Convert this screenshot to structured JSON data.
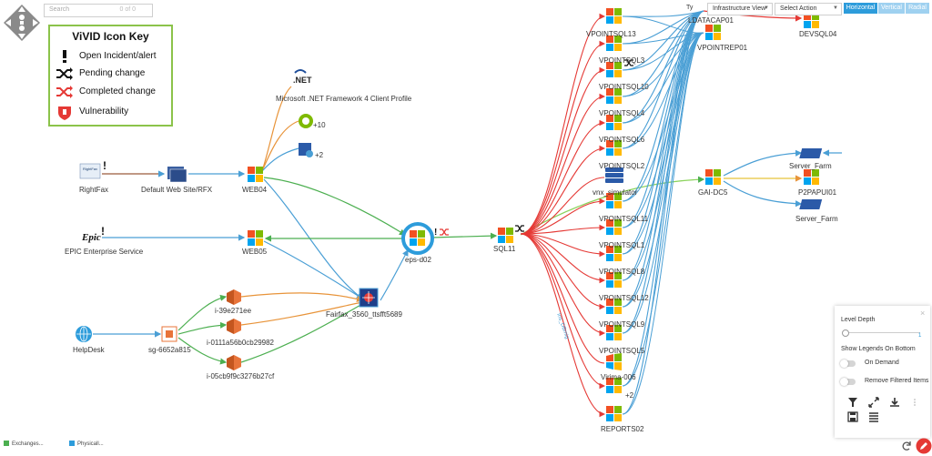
{
  "search": {
    "placeholder": "Search",
    "count": "0 of 0"
  },
  "icon_key": {
    "title": "ViVID Icon Key",
    "items": [
      {
        "label": "Open Incident/alert",
        "icon": "exclamation-icon"
      },
      {
        "label": "Pending change",
        "icon": "shuffle-black-icon"
      },
      {
        "label": "Completed change",
        "icon": "shuffle-red-icon"
      },
      {
        "label": "Vulnerability",
        "icon": "shield-red-icon"
      }
    ]
  },
  "toolbar": {
    "view_prefix": "Ty",
    "view_select": "Infrastructure View",
    "action_select": "Select Action",
    "layout_buttons": [
      "Horizontal",
      "Vertical",
      "Radial"
    ]
  },
  "nodes": {
    "rightfax": "RightFax",
    "rightfax_logo": "RightFax",
    "default_web_site": "Default Web Site/RFX",
    "web04": "WEB04",
    "dotnet": "Microsoft .NET Framework 4 Client Profile",
    "dotnet_logo": ".NET",
    "plus10": "+10",
    "plus2a": "+2",
    "epic_service": "EPIC Enterprise Service",
    "epic_logo": "Epic",
    "web05": "WEB05",
    "eps": "eps-d02",
    "fairfax": "Fairfax_3560_ttsfft5689",
    "helpdesk": "HelpDesk",
    "sg": "sg-6652a815",
    "i1": "i-39e271ee",
    "i2": "i-0111a56b0cb29982",
    "i3": "i-05cb9f9c3276b27cf",
    "sql11": "SQL11",
    "vnx": "vnx_simulator",
    "gai": "GAI-DC5",
    "server_farm1": "Server_Farm",
    "p2papui": "P2PAPUI01",
    "server_farm2": "Server_Farm",
    "datacap": "LDATACAP01",
    "vpointrep": "VPOINTREP01",
    "devsql": "DEVSQL04",
    "vpointsql13": "VPOINTSQL13",
    "vpointsql3": "VPOINTSQL3",
    "vpointsql10": "VPOINTSQL10",
    "vpointsql4": "VPOINTSQL4",
    "vpointsql6": "VPOINTSQL6",
    "vpointsql2": "VPOINTSQL2",
    "vpointsql11": "VPOINTSQL11",
    "vpointsql1": "VPOINTSQL1",
    "vpointsql8": "VPOINTSQL8",
    "vpointsql12": "VPOINTSQL12",
    "vpointsql9": "VPOINTSQL9",
    "vpointsql5": "VPOINTSQL5",
    "virima": "Virima-006",
    "plus2b": "+2",
    "reports": "REPORTS02",
    "edge_label": "Ins_DBmig"
  },
  "panel": {
    "level_depth": "Level Depth",
    "level_value": "1",
    "show_legends": "Show Legends On Bottom",
    "on_demand": "On Demand",
    "remove_filtered": "Remove Filtered Items"
  },
  "legend": {
    "exchanges": "Exchanges...",
    "physical": "Physicall..."
  },
  "colors": {
    "accent_blue": "#2d9cdb",
    "change_red": "#e53935",
    "link_blue": "#4a9fd5",
    "link_red": "#e53935",
    "link_green": "#4caf50",
    "link_orange": "#e8943a",
    "key_border": "#8bc34a"
  }
}
